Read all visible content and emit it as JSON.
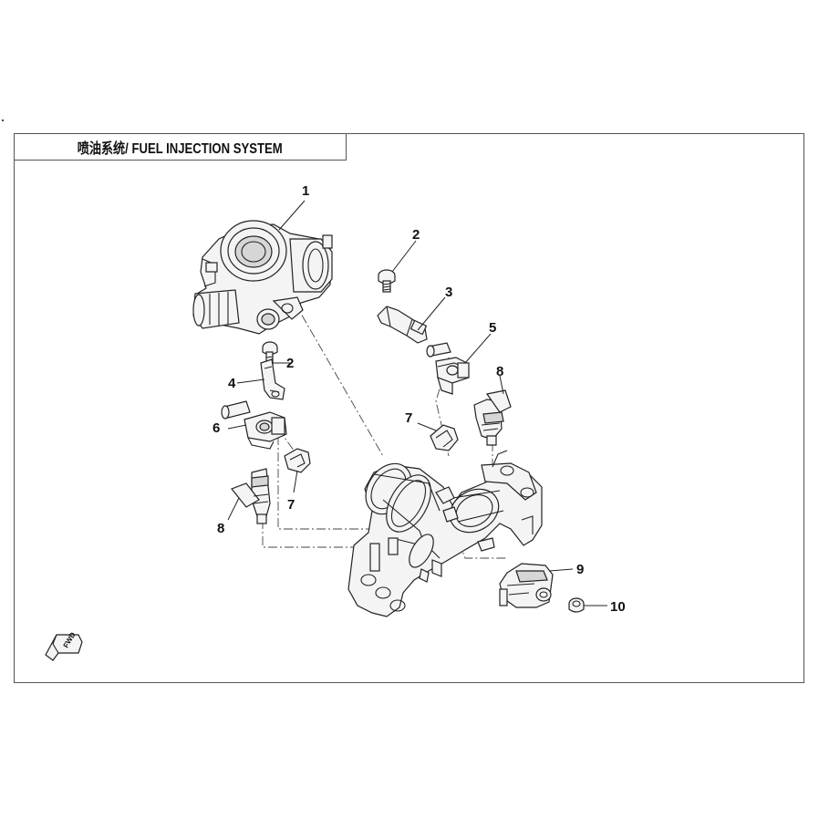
{
  "title": "喷油系统/ FUEL INJECTION SYSTEM",
  "fwd_label": "FWD",
  "callouts": [
    {
      "id": "c1",
      "label": "1"
    },
    {
      "id": "c2a",
      "label": "2"
    },
    {
      "id": "c2b",
      "label": "2"
    },
    {
      "id": "c3",
      "label": "3"
    },
    {
      "id": "c4",
      "label": "4"
    },
    {
      "id": "c5",
      "label": "5"
    },
    {
      "id": "c6",
      "label": "6"
    },
    {
      "id": "c7a",
      "label": "7"
    },
    {
      "id": "c7b",
      "label": "7"
    },
    {
      "id": "c8a",
      "label": "8"
    },
    {
      "id": "c8b",
      "label": "8"
    },
    {
      "id": "c9",
      "label": "9"
    },
    {
      "id": "c10",
      "label": "10"
    }
  ]
}
